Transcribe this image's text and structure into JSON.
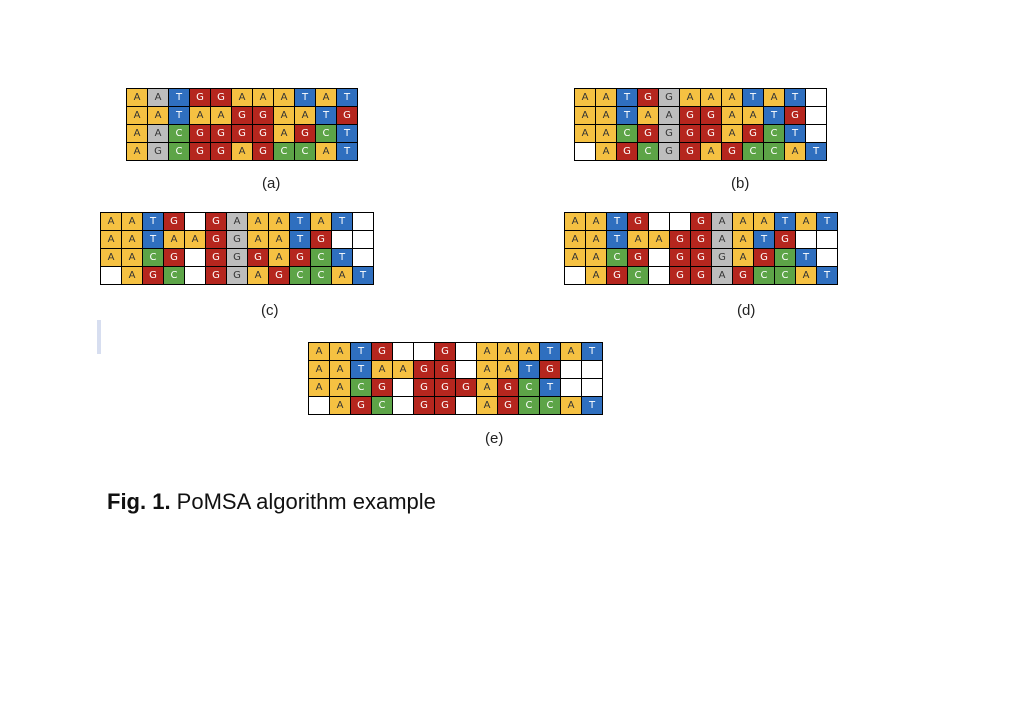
{
  "colors": {
    "A": "#f5c142",
    "T": "#2f6fbf",
    "G": "#b5261e",
    "C": "#5da447",
    "G_grey": "#bdbdbd",
    "gap": "#ffffff"
  },
  "panels": [
    {
      "label": "(a)",
      "rows": [
        [
          "A",
          "A",
          "T",
          "G",
          "G",
          "A",
          "A",
          "A",
          "T",
          "A",
          "T"
        ],
        [
          "A",
          "A",
          "T",
          "A",
          "A",
          "G",
          "G",
          "A",
          "A",
          "T",
          "G"
        ],
        [
          "A",
          "A",
          "C",
          "G",
          "G",
          "G",
          "G",
          "A",
          "G",
          "C",
          "T"
        ],
        [
          "A",
          "G",
          "C",
          "G",
          "G",
          "A",
          "G",
          "C",
          "C",
          "A",
          "T"
        ]
      ],
      "grey": [
        [
          0,
          1
        ],
        [
          2,
          1
        ],
        [
          3,
          1
        ]
      ]
    },
    {
      "label": "(b)",
      "rows": [
        [
          "A",
          "A",
          "T",
          "G",
          "G",
          "A",
          "A",
          "A",
          "T",
          "A",
          "T",
          ""
        ],
        [
          "A",
          "A",
          "T",
          "A",
          "A",
          "G",
          "G",
          "A",
          "A",
          "T",
          "G",
          ""
        ],
        [
          "A",
          "A",
          "C",
          "G",
          "G",
          "G",
          "G",
          "A",
          "G",
          "C",
          "T",
          ""
        ],
        [
          "",
          "A",
          "G",
          "C",
          "G",
          "G",
          "A",
          "G",
          "C",
          "C",
          "A",
          "T"
        ]
      ],
      "grey": [
        [
          0,
          4
        ],
        [
          1,
          4
        ],
        [
          2,
          4
        ],
        [
          3,
          4
        ]
      ]
    },
    {
      "label": "(c)",
      "rows": [
        [
          "A",
          "A",
          "T",
          "G",
          "",
          "G",
          "A",
          "A",
          "A",
          "T",
          "A",
          "T",
          ""
        ],
        [
          "A",
          "A",
          "T",
          "A",
          "A",
          "G",
          "G",
          "A",
          "A",
          "T",
          "G",
          "",
          ""
        ],
        [
          "A",
          "A",
          "C",
          "G",
          "",
          "G",
          "G",
          "G",
          "A",
          "G",
          "C",
          "T",
          ""
        ],
        [
          "",
          "A",
          "G",
          "C",
          "",
          "G",
          "G",
          "A",
          "G",
          "C",
          "C",
          "A",
          "T"
        ]
      ],
      "grey": [
        [
          0,
          6
        ],
        [
          1,
          6
        ],
        [
          2,
          6
        ],
        [
          3,
          6
        ]
      ]
    },
    {
      "label": "(d)",
      "rows": [
        [
          "A",
          "A",
          "T",
          "G",
          "",
          "",
          "G",
          "A",
          "A",
          "A",
          "T",
          "A",
          "T"
        ],
        [
          "A",
          "A",
          "T",
          "A",
          "A",
          "G",
          "G",
          "A",
          "A",
          "T",
          "G",
          "",
          ""
        ],
        [
          "A",
          "A",
          "C",
          "G",
          "",
          "G",
          "G",
          "G",
          "A",
          "G",
          "C",
          "T",
          ""
        ],
        [
          "",
          "A",
          "G",
          "C",
          "",
          "G",
          "G",
          "A",
          "G",
          "C",
          "C",
          "A",
          "T"
        ]
      ],
      "grey": [
        [
          0,
          7
        ],
        [
          1,
          7
        ],
        [
          2,
          7
        ],
        [
          3,
          7
        ]
      ]
    },
    {
      "label": "(e)",
      "rows": [
        [
          "A",
          "A",
          "T",
          "G",
          "",
          "",
          "G",
          "",
          "A",
          "A",
          "A",
          "T",
          "A",
          "T"
        ],
        [
          "A",
          "A",
          "T",
          "A",
          "A",
          "G",
          "G",
          "",
          "A",
          "A",
          "T",
          "G",
          "",
          ""
        ],
        [
          "A",
          "A",
          "C",
          "G",
          "",
          "G",
          "G",
          "G",
          "A",
          "G",
          "C",
          "T",
          "",
          ""
        ],
        [
          "",
          "A",
          "G",
          "C",
          "",
          "G",
          "G",
          "",
          "A",
          "G",
          "C",
          "C",
          "A",
          "T"
        ]
      ],
      "grey": []
    }
  ],
  "caption": {
    "prefix": "Fig. 1.",
    "text": " PoMSA algorithm example"
  }
}
